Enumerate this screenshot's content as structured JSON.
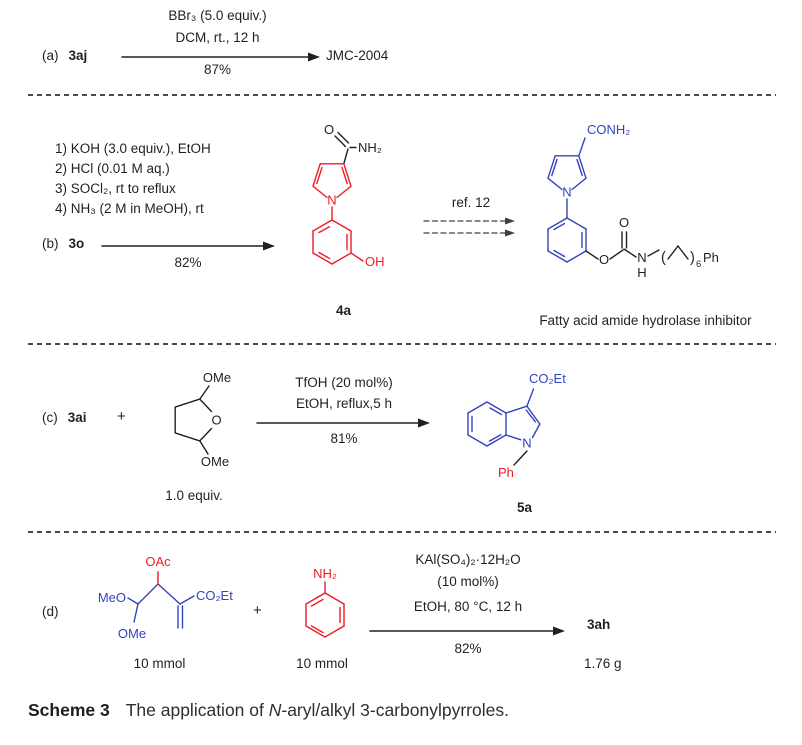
{
  "colors": {
    "red": "#ed1c24",
    "blue": "#3143bd",
    "black": "#231f20"
  },
  "atoms": {
    "O": "O",
    "N": "N",
    "H": "H",
    "NH2": "NH₂",
    "OH": "OH",
    "OMe": "OMe",
    "MeO": "MeO",
    "OAc": "OAc",
    "CO2Et": "CO₂Et",
    "CONH2": "CONH₂",
    "Ph": "Ph",
    "paren_open": "(",
    "paren_close": ")",
    "sub6": "6"
  },
  "rows": {
    "a": {
      "label": "(a)",
      "reactant": "3aj",
      "cond1": "BBr₃ (5.0 equiv.)",
      "cond2": "DCM, rt., 12 h",
      "yield": "87%",
      "product": "JMC-2004"
    },
    "b": {
      "label": "(b)",
      "reactant": "3o",
      "cond1": "1) KOH (3.0 equiv.), EtOH",
      "cond2": "2) HCl (0.01 M aq.)",
      "cond3": "3) SOCl₂, rt to reflux",
      "cond4": "4) NH₃ (2 M in MeOH), rt",
      "yield": "82%",
      "intermediate": "4a",
      "ref": "ref. 12",
      "product_name": "Fatty acid amide hydrolase inhibitor"
    },
    "c": {
      "label": "(c)",
      "reactant": "3ai",
      "plus": "+",
      "equiv": "1.0 equiv.",
      "cond1": "TfOH (20 mol%)",
      "cond2": "EtOH, reflux,5 h",
      "yield": "81%",
      "product": "5a"
    },
    "d": {
      "label": "(d)",
      "plus": "+",
      "amount1": "10 mmol",
      "amount2": "10 mmol",
      "cond1": "KAl(SO₄)₂·12H₂O",
      "cond2": "(10 mol%)",
      "cond3": "EtOH, 80 °C, 12 h",
      "yield": "82%",
      "product": "3ah",
      "amount3": "1.76 g"
    }
  },
  "caption": {
    "label": "Scheme 3",
    "text_before": "The application of ",
    "italic": "N",
    "text_after": "-aryl/alkyl 3-carbonylpyrroles."
  }
}
